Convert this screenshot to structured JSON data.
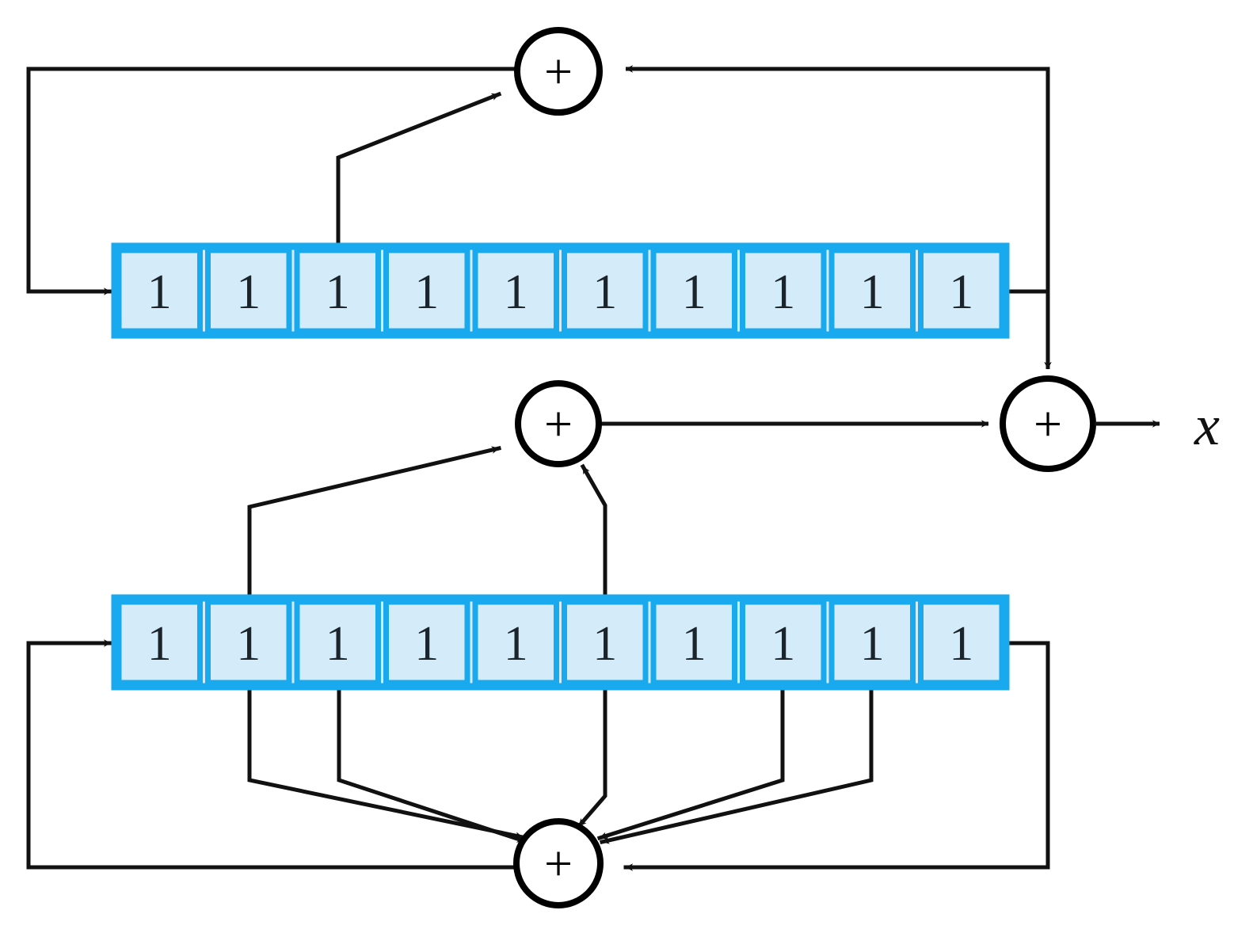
{
  "figure": {
    "title": "Linear feedback shift register block diagram",
    "type": "diagram",
    "background_color": "#ffffff",
    "register_fill": "#d4ecfa",
    "register_stroke": "#18a9ef",
    "wire_color": "#111111"
  },
  "adders": {
    "top": {
      "label": "+",
      "name": "top-adder"
    },
    "middle": {
      "label": "+",
      "name": "middle-adder"
    },
    "right": {
      "label": "+",
      "name": "right-adder"
    },
    "bottom": {
      "label": "+",
      "name": "bottom-adder"
    }
  },
  "output": {
    "label": "x"
  },
  "registers": {
    "top_bank": {
      "name": "top-shift-register",
      "cell_count": 10,
      "cells": [
        "1",
        "1",
        "1",
        "1",
        "1",
        "1",
        "1",
        "1",
        "1",
        "1"
      ]
    },
    "bottom_bank": {
      "name": "bottom-shift-register",
      "cell_count": 10,
      "cells": [
        "1",
        "1",
        "1",
        "1",
        "1",
        "1",
        "1",
        "1",
        "1",
        "1"
      ]
    }
  },
  "taps": {
    "top_bank_tap_count": 1,
    "bottom_bank_up_tap_count": 2,
    "bottom_bank_down_tap_count": 5
  }
}
